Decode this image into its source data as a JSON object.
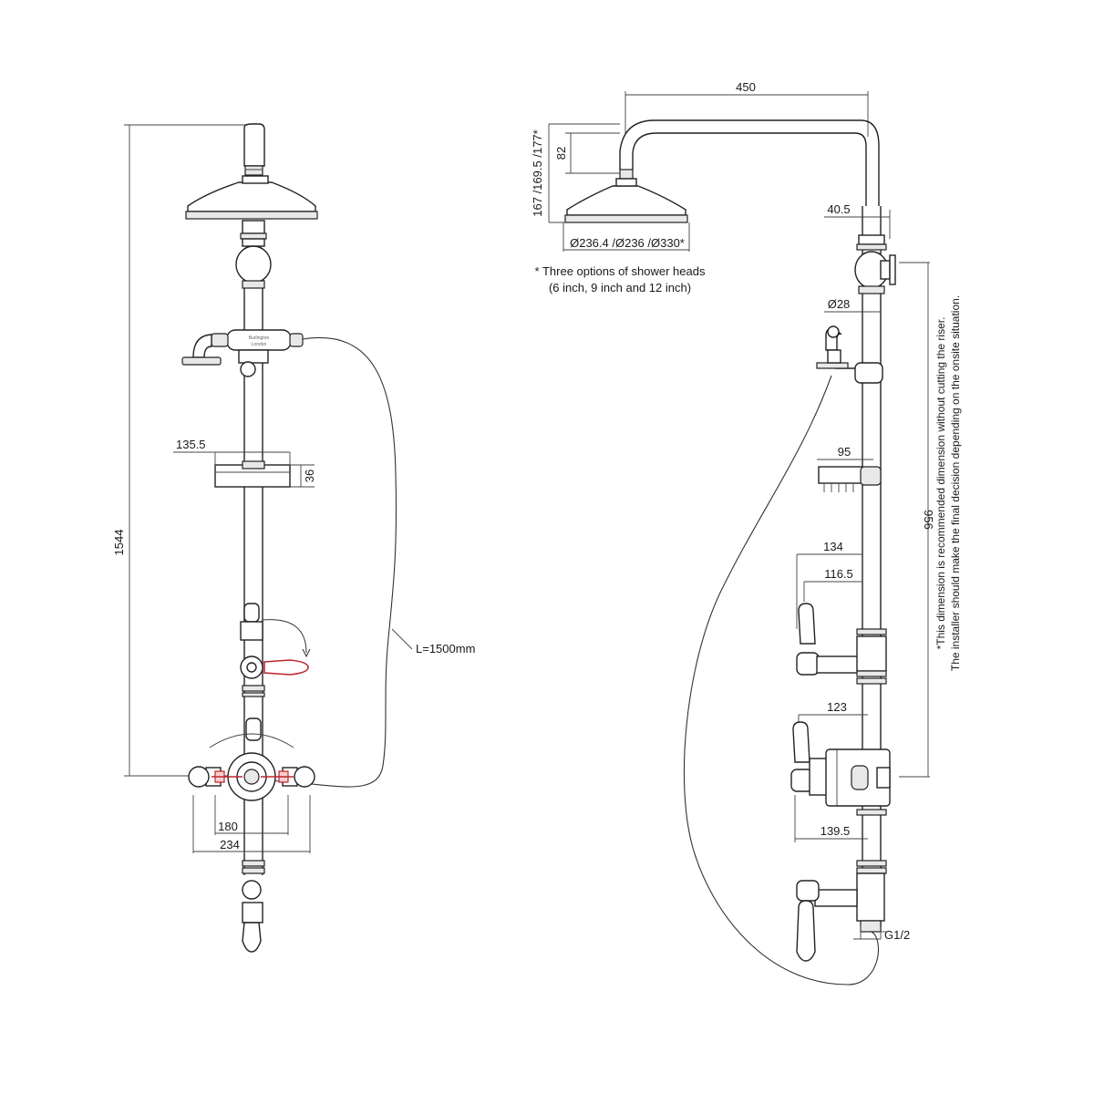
{
  "front_view": {
    "height_1544": "1544",
    "soap_dish_width": "135.5",
    "soap_dish_height": "36",
    "hose_length": "L=1500mm",
    "valve_width_180": "180",
    "valve_width_234": "234",
    "handset_brand": "Burlington",
    "handset_sub": "London"
  },
  "side_view": {
    "arm_projection": "450",
    "head_height_options": "167 /169.5 /177*",
    "head_depth": "82",
    "head_diameter_options": "Ø236.4 /Ø236 /Ø330*",
    "shower_head_note_line1": "* Three options of shower heads",
    "shower_head_note_line2": "(6 inch, 9 inch and 12 inch)",
    "bracket_offset": "40.5",
    "riser_diameter": "Ø28",
    "basket_depth": "95",
    "diverter_depth_134": "134",
    "diverter_depth_116_5": "116.5",
    "valve_depth_123": "123",
    "valve_depth_139_5": "139.5",
    "inlet_thread": "G1/2",
    "riser_dimension": "956",
    "riser_note_line1": "*This dimension is recommended dimension without cutting the riser.",
    "riser_note_line2": "The installer should make the final decision depending on the onsite situation."
  }
}
